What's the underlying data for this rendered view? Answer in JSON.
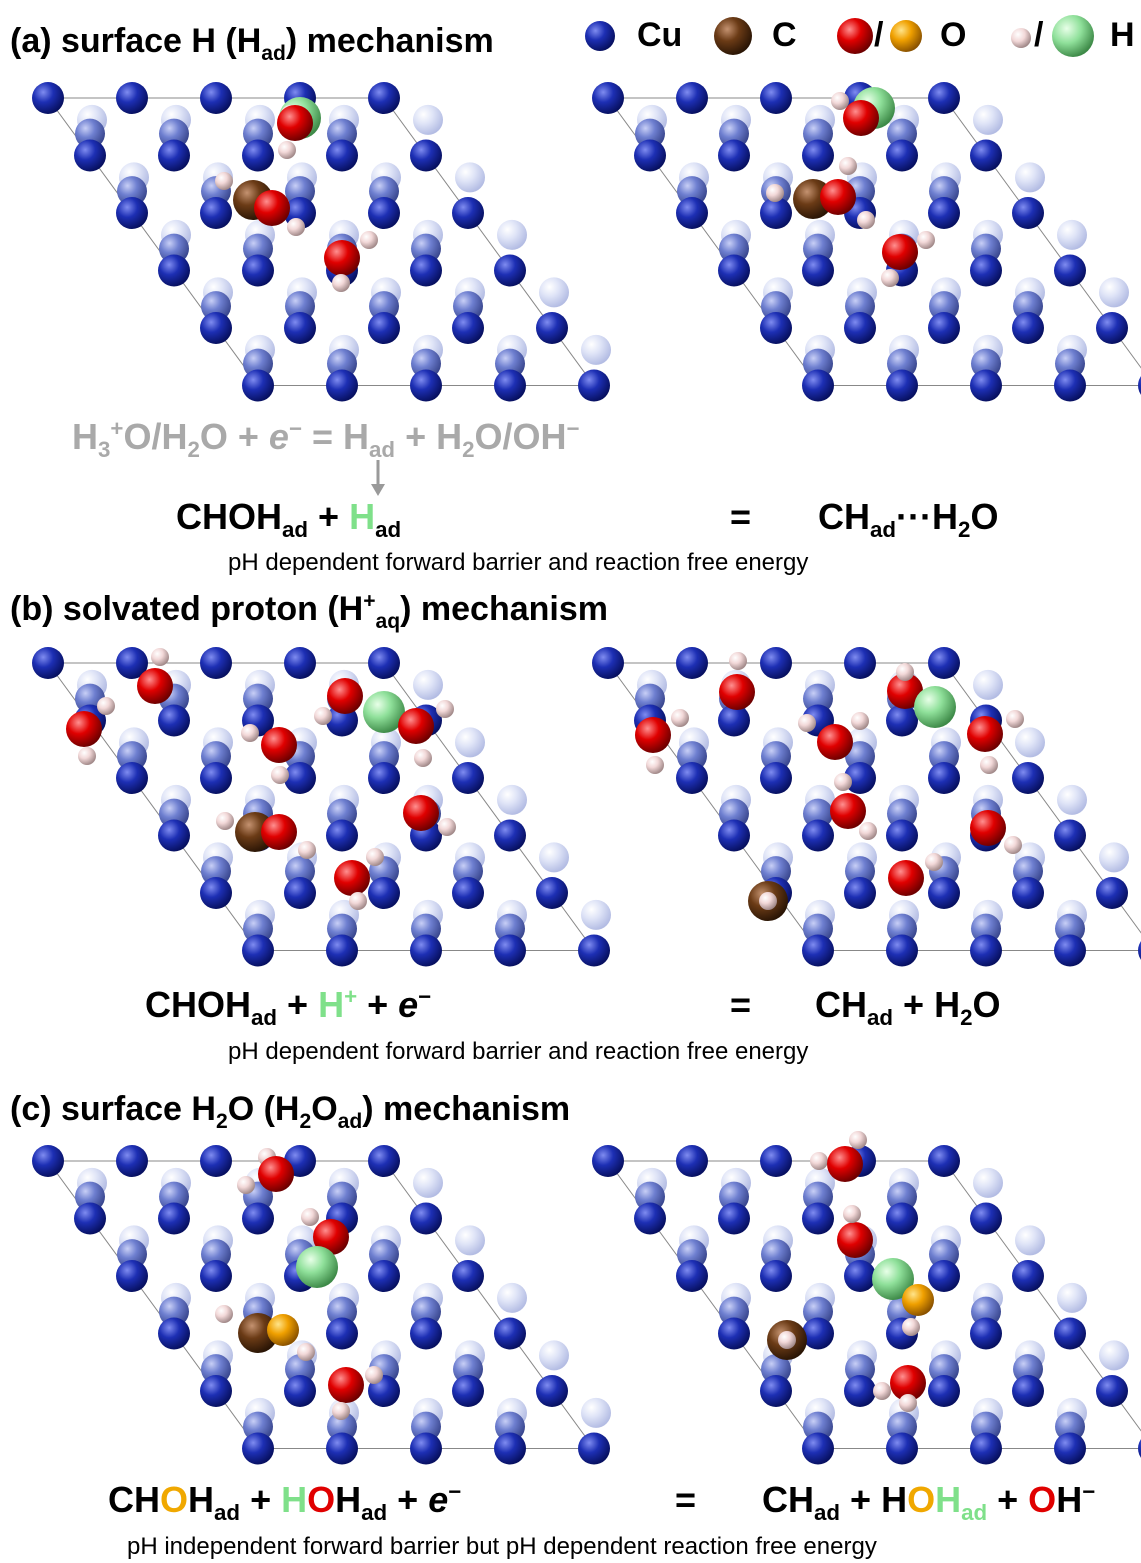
{
  "colors": {
    "cu_top": "#1d2fb4",
    "cu_mid": "#6e7fd0",
    "cu_low": "#c9d1f0",
    "carbon": "#6b3b16",
    "oxygen": "#e00000",
    "oxygen_highlight": "#f0a000",
    "hydrogen": "#f2d8d8",
    "hydrogen_highlight": "#8fe09a"
  },
  "legend": {
    "cu": "Cu",
    "c": "C",
    "o_sep": "/",
    "o": "O",
    "h_sep": "/",
    "h": "H"
  },
  "section_a": {
    "title_main": "(a) surface H (H",
    "title_sub": "ad",
    "title_end": ") mechanism",
    "gray_eq": {
      "p1": "H",
      "p1_sub": "3",
      "p1_sup": "+",
      "p2": "O/H",
      "p2_sub": "2",
      "p3": "O + ",
      "e": "e",
      "e_sup": "−",
      "p4": " = H",
      "p4_sub": "ad",
      "p5": " + H",
      "p5_sub": "2",
      "p6": "O/OH",
      "p6_sup": "−"
    },
    "eq_left": {
      "p1": "CHOH",
      "p1_sub": "ad",
      "plus": " + ",
      "h": "H",
      "h_sub": "ad"
    },
    "equals": "=",
    "eq_right": {
      "p1": "CH",
      "p1_sub": "ad",
      "dots": "···H",
      "p2_sub": "2",
      "p3": "O"
    },
    "note": "pH dependent forward barrier and reaction free energy"
  },
  "section_b": {
    "title_main": "(b) solvated proton (H",
    "title_sup": "+",
    "title_sub": "aq",
    "title_end": ") mechanism",
    "eq_left": {
      "p1": "CHOH",
      "p1_sub": "ad",
      "plus": " + ",
      "h": "H",
      "h_sup": "+",
      "plus2": " + ",
      "e": "e",
      "e_sup": "−"
    },
    "equals": "=",
    "eq_right": {
      "p1": "CH",
      "p1_sub": "ad",
      "p2": " + H",
      "p2_sub": "2",
      "p3": "O"
    },
    "note": "pH dependent forward barrier and reaction free energy"
  },
  "section_c": {
    "title_main": "(c) surface H",
    "title_sub1": "2",
    "title_mid": "O (H",
    "title_sub2": "2",
    "title_mid2": "O",
    "title_sub3": "ad",
    "title_end": ") mechanism",
    "eq_left": {
      "p1": "CH",
      "o": "O",
      "p2": "H",
      "p2_sub": "ad",
      "plus": " + ",
      "h": "H",
      "o2": "O",
      "p3": "H",
      "p3_sub": "ad",
      "plus2": " + ",
      "e": "e",
      "e_sup": "−"
    },
    "equals": "=",
    "eq_right": {
      "p1": "CH",
      "p1_sub": "ad",
      "p2": " + H",
      "o": "O",
      "h": "H",
      "h_sub": "ad",
      "p3": " + ",
      "o2": "O",
      "p4": "H",
      "p4_sup": "−"
    },
    "note": "pH independent forward barrier but pH dependent reaction free energy"
  }
}
